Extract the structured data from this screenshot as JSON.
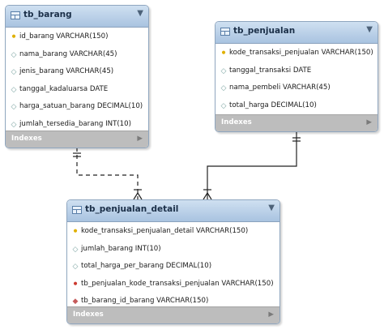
{
  "tables": {
    "barang": {
      "name": "tb_barang",
      "columns": [
        {
          "text": "id_barang VARCHAR(150)",
          "icon": "primary-key-icon"
        },
        {
          "text": "nama_barang VARCHAR(45)",
          "icon": "column-diamond-icon"
        },
        {
          "text": "jenis_barang VARCHAR(45)",
          "icon": "column-diamond-icon"
        },
        {
          "text": "tanggal_kadaluarsa DATE",
          "icon": "column-diamond-icon"
        },
        {
          "text": "harga_satuan_barang DECIMAL(10)",
          "icon": "column-diamond-icon"
        },
        {
          "text": "jumlah_tersedia_barang INT(10)",
          "icon": "column-diamond-icon"
        }
      ],
      "indexes_label": "Indexes"
    },
    "penjualan": {
      "name": "tb_penjualan",
      "columns": [
        {
          "text": "kode_transaksi_penjualan VARCHAR(150)",
          "icon": "primary-key-icon"
        },
        {
          "text": "tanggal_transaksi DATE",
          "icon": "column-diamond-icon"
        },
        {
          "text": "nama_pembeli VARCHAR(45)",
          "icon": "column-diamond-icon"
        },
        {
          "text": "total_harga DECIMAL(10)",
          "icon": "column-diamond-icon"
        }
      ],
      "indexes_label": "Indexes"
    },
    "detail": {
      "name": "tb_penjualan_detail",
      "columns": [
        {
          "text": "kode_transaksi_penjualan_detail VARCHAR(150)",
          "icon": "primary-key-icon"
        },
        {
          "text": "jumlah_barang INT(10)",
          "icon": "column-diamond-icon"
        },
        {
          "text": "total_harga_per_barang DECIMAL(10)",
          "icon": "column-diamond-icon"
        },
        {
          "text": "tb_penjualan_kode_transaksi_penjualan VARCHAR(150)",
          "icon": "foreign-key-icon"
        },
        {
          "text": "tb_barang_id_barang VARCHAR(150)",
          "icon": "foreign-key-diamond-icon"
        }
      ],
      "indexes_label": "Indexes"
    }
  }
}
